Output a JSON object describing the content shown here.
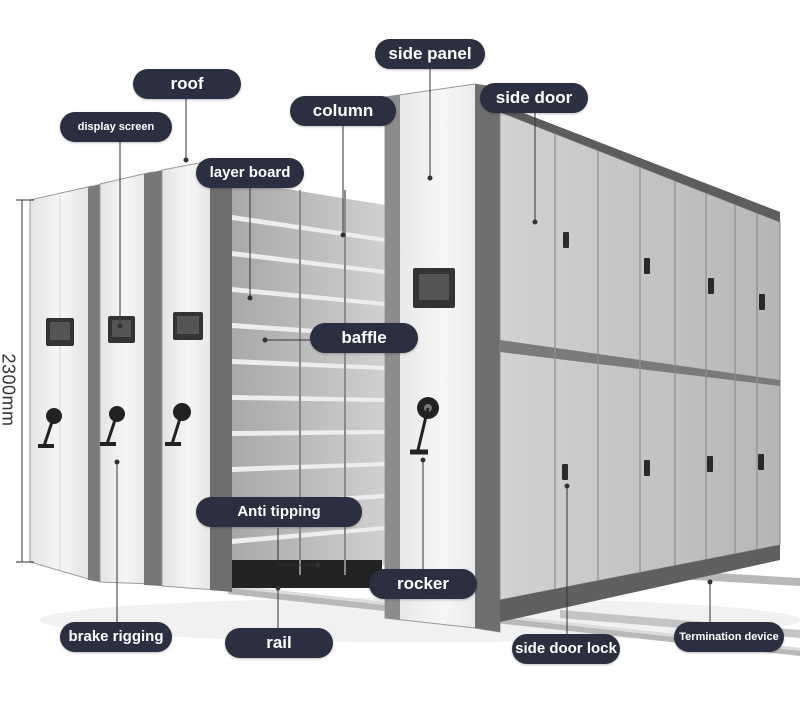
{
  "labels": {
    "roof": "roof",
    "display_screen": "display screen",
    "side_panel": "side panel",
    "column": "column",
    "side_door": "side door",
    "layer_board": "layer board",
    "baffle": "baffle",
    "anti_tipping": "Anti tipping",
    "rocker": "rocker",
    "brake_rigging": "brake rigging",
    "rail": "rail",
    "side_door_lock": "side door lock",
    "termination_device": "Termination device"
  },
  "dimension": {
    "height": "2300mm"
  },
  "colors": {
    "label_bg": "#2b2f3f",
    "label_text": "#ffffff",
    "panel_light": "#efefef",
    "door_gray": "#bfbfbf",
    "frame_dark": "#6e6e6e"
  },
  "icons": [
    "display-screen-icon",
    "handwheel-icon",
    "door-lock-icon"
  ]
}
